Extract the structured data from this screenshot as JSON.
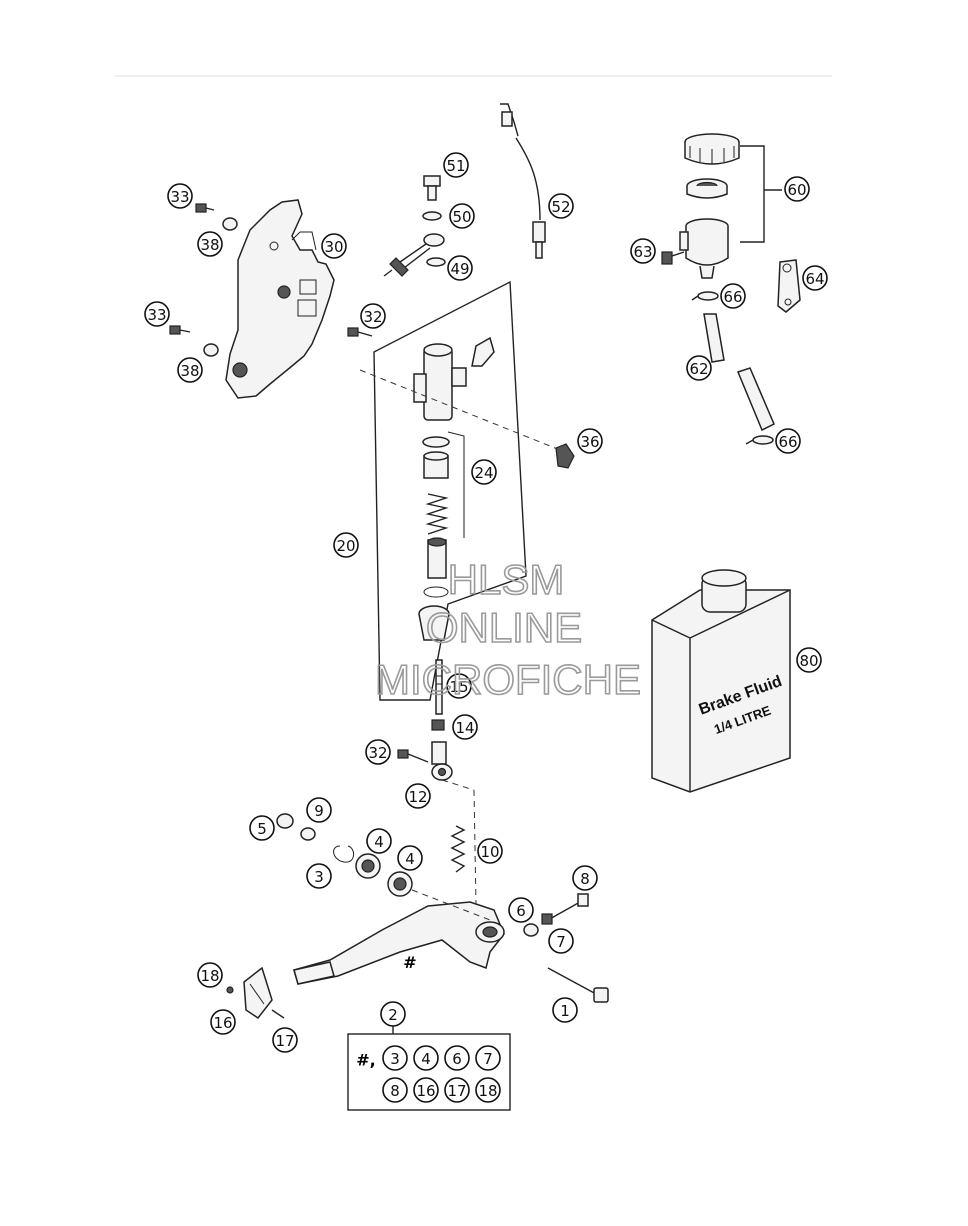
{
  "callouts": [
    {
      "id": "c51",
      "label": "51"
    },
    {
      "id": "c50",
      "label": "50"
    },
    {
      "id": "c49",
      "label": "49"
    },
    {
      "id": "c52",
      "label": "52"
    },
    {
      "id": "c60",
      "label": "60"
    },
    {
      "id": "c63",
      "label": "63"
    },
    {
      "id": "c64",
      "label": "64"
    },
    {
      "id": "c66a",
      "label": "66"
    },
    {
      "id": "c62",
      "label": "62"
    },
    {
      "id": "c66b",
      "label": "66"
    },
    {
      "id": "c33a",
      "label": "33"
    },
    {
      "id": "c38a",
      "label": "38"
    },
    {
      "id": "c30",
      "label": "30"
    },
    {
      "id": "c33b",
      "label": "33"
    },
    {
      "id": "c38b",
      "label": "38"
    },
    {
      "id": "c32a",
      "label": "32"
    },
    {
      "id": "c36",
      "label": "36"
    },
    {
      "id": "c24",
      "label": "24"
    },
    {
      "id": "c20",
      "label": "20"
    },
    {
      "id": "c80",
      "label": "80"
    },
    {
      "id": "c15",
      "label": "15"
    },
    {
      "id": "c14",
      "label": "14"
    },
    {
      "id": "c32b",
      "label": "32"
    },
    {
      "id": "c12",
      "label": "12"
    },
    {
      "id": "c5",
      "label": "5"
    },
    {
      "id": "c9",
      "label": "9"
    },
    {
      "id": "c4a",
      "label": "4"
    },
    {
      "id": "c4b",
      "label": "4"
    },
    {
      "id": "c3",
      "label": "3"
    },
    {
      "id": "c10",
      "label": "10"
    },
    {
      "id": "c8",
      "label": "8"
    },
    {
      "id": "c6",
      "label": "6"
    },
    {
      "id": "c7",
      "label": "7"
    },
    {
      "id": "c18",
      "label": "18"
    },
    {
      "id": "c16",
      "label": "16"
    },
    {
      "id": "c17",
      "label": "17"
    },
    {
      "id": "c1",
      "label": "1"
    },
    {
      "id": "c2",
      "label": "2"
    }
  ],
  "pedal_mark": "#",
  "kit": {
    "prefix": "#,",
    "row1": [
      "3",
      "4",
      "6",
      "7"
    ],
    "row2": [
      "8",
      "16",
      "17",
      "18"
    ]
  },
  "fluid_container": {
    "line1": "Brake Fluid",
    "line2": "1/4 LITRE"
  },
  "watermark": {
    "line1": "HLSM",
    "line2": "ONLINE",
    "line3": "MICROFICHE"
  },
  "colors": {
    "line": "#222222",
    "watermark": "#9a9a9a",
    "background": "#ffffff"
  }
}
